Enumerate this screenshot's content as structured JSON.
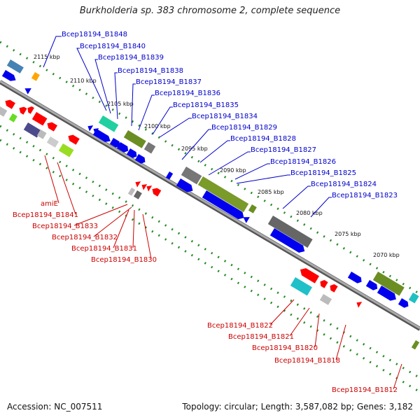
{
  "title": "Burkholderia sp. 383 chromosome 2, complete sequence",
  "accession": "Accession: NC_007511",
  "topology": "Topology: circular; Length: 3,587,082 bp; Genes: 3,182",
  "colors": {
    "forward_label": "#0000cc",
    "reverse_label": "#cc0000",
    "backbone": "#888888",
    "tick_marks": "#228b22",
    "forward_gene": "#0000ff",
    "reverse_gene": "#ff0000"
  },
  "kbp_ticks": [
    "2115 kbp",
    "2110 kbp",
    "2105 kbp",
    "2100 kbp",
    "2095 kbp",
    "2090 kbp",
    "2085 kbp",
    "2080 kbp",
    "2075 kbp",
    "2070 kbp"
  ],
  "forward_labels": [
    "Bcep18194_B1848",
    "Bcep18194_B1840",
    "Bcep18194_B1839",
    "Bcep18194_B1838",
    "Bcep18194_B1837",
    "Bcep18194_B1836",
    "Bcep18194_B1835",
    "Bcep18194_B1834",
    "Bcep18194_B1829",
    "Bcep18194_B1828",
    "Bcep18194_B1827",
    "Bcep18194_B1826",
    "Bcep18194_B1825",
    "Bcep18194_B1824",
    "Bcep18194_B1823"
  ],
  "reverse_labels": [
    "amiE",
    "Bcep18194_B1841",
    "Bcep18194_B1833",
    "Bcep18194_B1832",
    "Bcep18194_B1831",
    "Bcep18194_B1830",
    "Bcep18194_B1822",
    "Bcep18194_B1821",
    "Bcep18194_B1820",
    "Bcep18194_B1818",
    "Bcep18194_B1812"
  ]
}
